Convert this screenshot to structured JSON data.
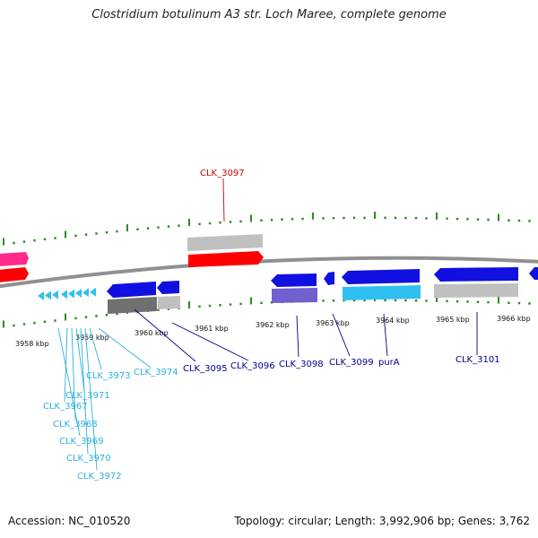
{
  "title": "Clostridium botulinum A3 str. Loch Maree, complete genome",
  "footer": {
    "accession": "Accession: NC_010520",
    "summary": "Topology: circular; Length: 3,992,906 bp; Genes: 3,762"
  },
  "ruler": {
    "ticks": [
      "3958 kbp",
      "3959 kbp",
      "3960 kbp",
      "3961 kbp",
      "3962 kbp",
      "3963 kbp",
      "3964 kbp",
      "3965 kbp",
      "3966 kbp"
    ]
  },
  "colors": {
    "backbone": "#909090",
    "tick": "#2e8b22",
    "red": "#ff0000",
    "blue": "#1010e0",
    "cyan": "#30c0f0",
    "gray": "#c0c0c0",
    "darkgray": "#707070",
    "pink": "#ff2a8a",
    "purple": "#7060d0",
    "label_red": "#cc0000",
    "label_blue": "#00008b",
    "label_cyan": "#2ab0e0"
  },
  "labels": {
    "clk3097": "CLK_3097",
    "clk3095": "CLK_3095",
    "clk3096": "CLK_3096",
    "clk3098": "CLK_3098",
    "clk3099": "CLK_3099",
    "purA": "purA",
    "clk3101": "CLK_3101",
    "clk3973": "CLK_3973",
    "clk3974": "CLK_3974",
    "clk3971": "CLK_3971",
    "clk3967": "CLK_3967",
    "clk3968": "CLK_3968",
    "clk3969": "CLK_3969",
    "clk3970": "CLK_3970",
    "clk3972": "CLK_3972"
  }
}
